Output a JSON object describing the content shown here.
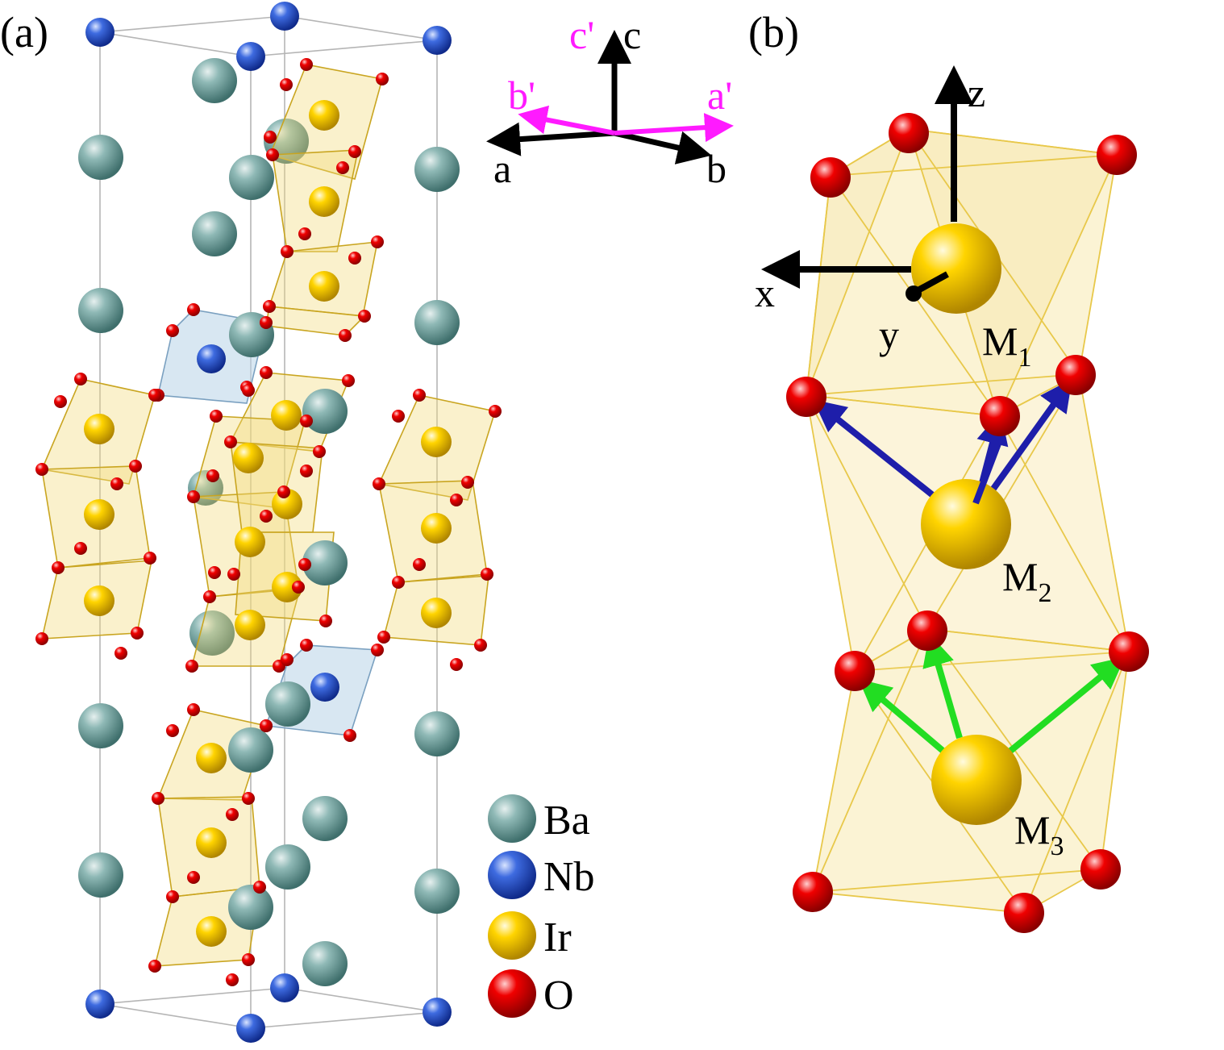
{
  "panels": {
    "a": {
      "label": "(a)"
    },
    "b": {
      "label": "(b)"
    }
  },
  "crystal_axes": {
    "a": "a",
    "b": "b",
    "c": "c",
    "a_prime": "a'",
    "b_prime": "b'",
    "c_prime": "c'"
  },
  "local_axes": {
    "x": "x",
    "y": "y",
    "z": "z"
  },
  "sites": [
    {
      "letter": "M",
      "index": "1"
    },
    {
      "letter": "M",
      "index": "2"
    },
    {
      "letter": "M",
      "index": "3"
    }
  ],
  "legend": [
    {
      "element": "Ba",
      "color": "#6fa3a0"
    },
    {
      "element": "Nb",
      "color": "#2e55d6"
    },
    {
      "element": "Ir",
      "color": "#f2c400"
    },
    {
      "element": "O",
      "color": "#e60000"
    }
  ],
  "colors": {
    "prime_axes": "#ff1aff",
    "ir_octahedra": "#f3d97a",
    "nb_octahedra": "#b8d3e8",
    "m2_arrows": "#1e1eaa",
    "m3_arrows": "#22dd22"
  }
}
